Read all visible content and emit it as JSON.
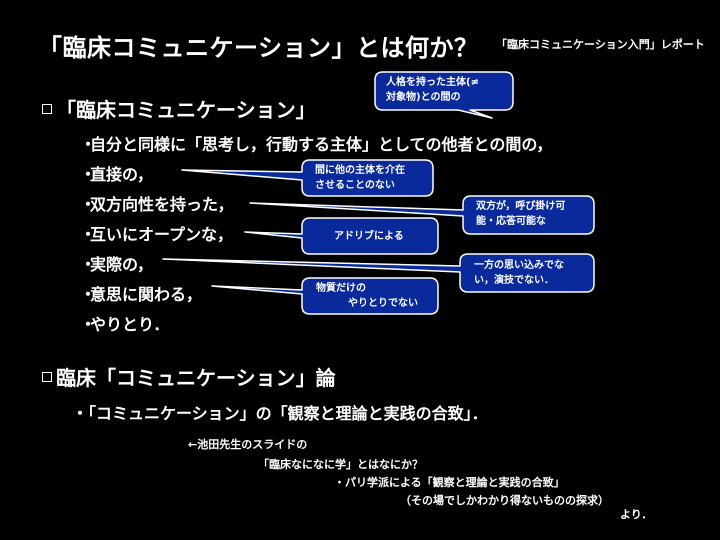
{
  "slide": {
    "title": "「臨床コミュニケーション」とは何か？",
    "report_label": "「臨床コミュニケーション入門」レポート",
    "section1": "「臨床コミュニケーション」",
    "bullets": [
      "自分と同様に「思考し，行動する主体」としての他者との間の，",
      "直接の，",
      "双方向性を持った，",
      "互いにオープンな，",
      "実際の，",
      "意思に関わる，",
      "やりとり．"
    ],
    "section2": "臨床「コミュニケーション」論",
    "subline": "・「コミュニケーション」の「観察と理論と実践の合致」．",
    "notes": {
      "n1": "←池田先生のスライドの",
      "n2": "「臨床なになに学」とはなにか？",
      "n3": "・パリ学派による「観察と理論と実践の合致」",
      "n4": "（その場でしかわかり得ないものの探求）",
      "n5": "より．"
    },
    "callouts": {
      "c1_line1": "人格を持った主体(≠",
      "c1_line2": "対象物)との間の",
      "c2_line1": "間に他の主体を介在",
      "c2_line2": "させることのない",
      "c3_line1": "双方が，呼び掛け可",
      "c3_line2": "能・応答可能な",
      "c4_line1": "アドリブによる",
      "c5_line1": "一方の思い込みでな",
      "c5_line2": "い，演技でない．",
      "c6_line1": "物質だけの",
      "c6_line2": "やりとりでない"
    },
    "colors": {
      "background": "#000000",
      "callout_fill": "#0a2a9c",
      "callout_stroke": "#ffffff"
    }
  }
}
